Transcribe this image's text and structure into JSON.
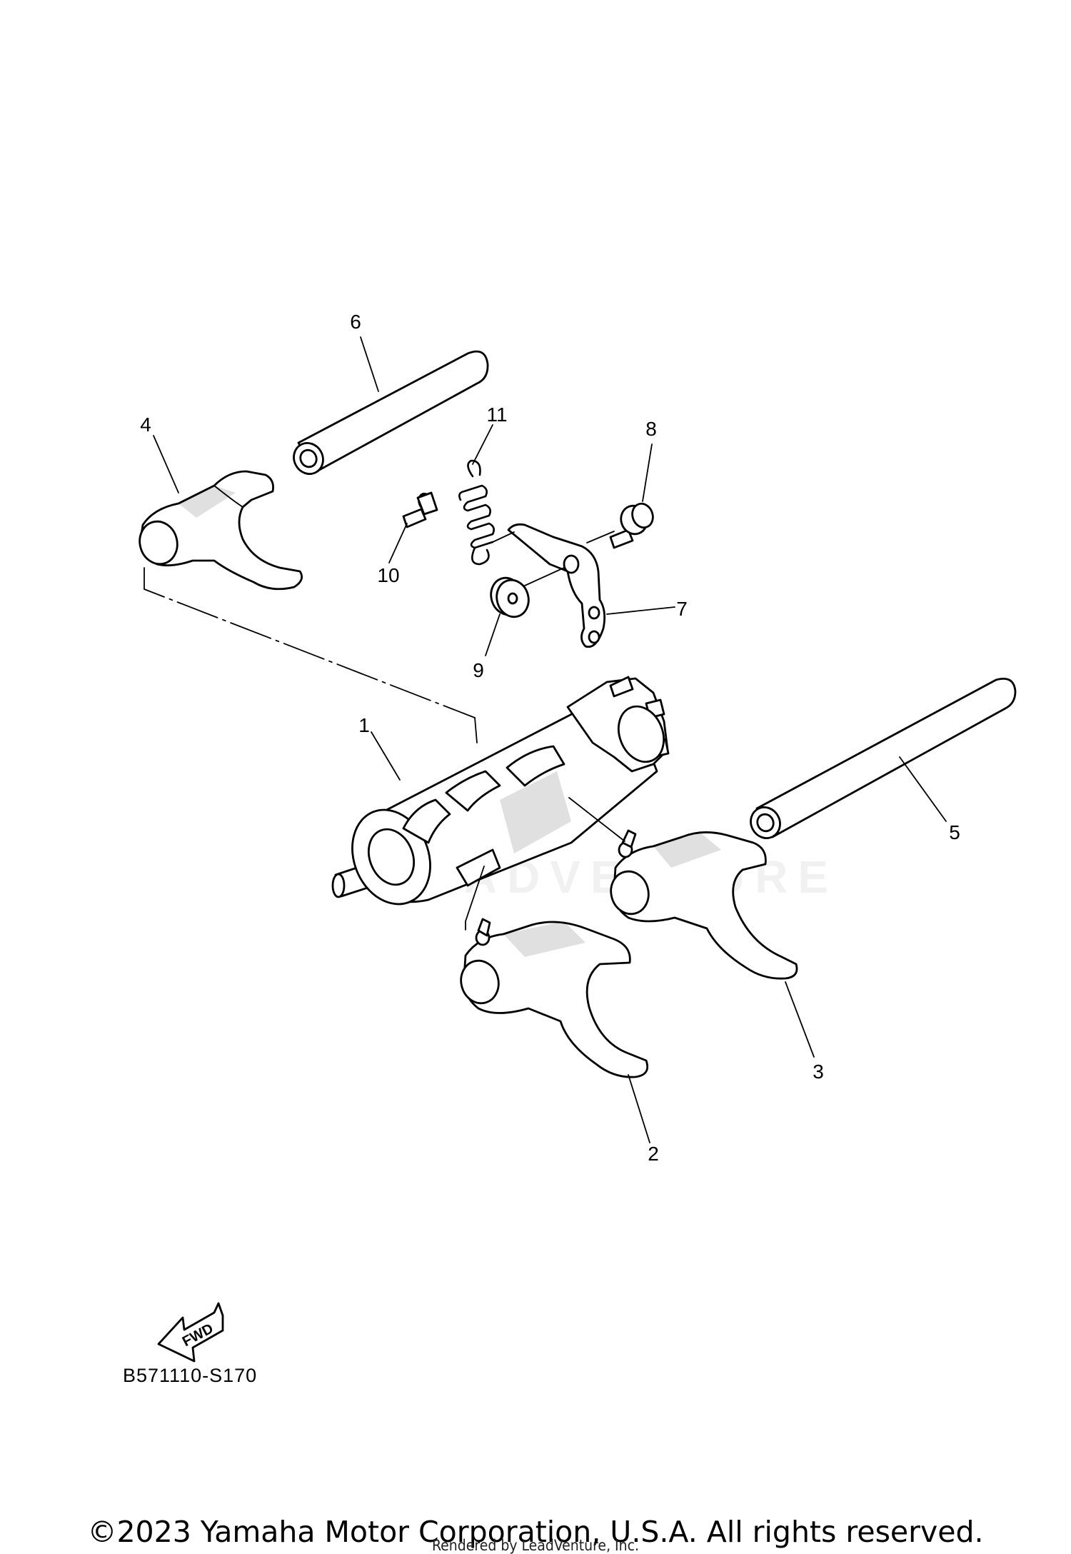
{
  "diagram": {
    "callouts": [
      {
        "id": "1",
        "label": "1"
      },
      {
        "id": "2",
        "label": "2"
      },
      {
        "id": "3",
        "label": "3"
      },
      {
        "id": "4",
        "label": "4"
      },
      {
        "id": "5",
        "label": "5"
      },
      {
        "id": "6",
        "label": "6"
      },
      {
        "id": "7",
        "label": "7"
      },
      {
        "id": "8",
        "label": "8"
      },
      {
        "id": "9",
        "label": "9"
      },
      {
        "id": "10",
        "label": "10"
      },
      {
        "id": "11",
        "label": "11"
      }
    ],
    "fwd_label": "FWD",
    "diagram_code": "B571110-S170",
    "watermark": "LEADVENTURE"
  },
  "footer": {
    "copyright": "©2023 Yamaha Motor Corporation, U.S.A. All rights reserved.",
    "rendered_by": "Rendered by LeadVenture, Inc."
  }
}
